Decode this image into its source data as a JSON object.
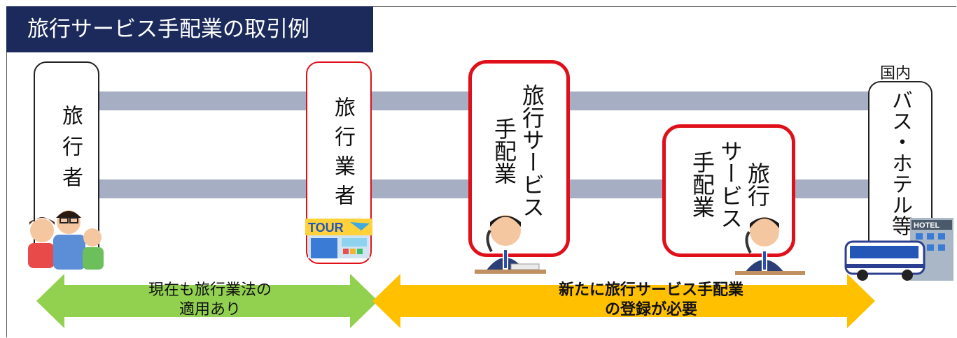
{
  "title": "旅行サービス手配業の取引例",
  "entities": {
    "traveler": "旅行者",
    "travel_agency": "旅行業者",
    "arranger1_col1": "旅行サービス",
    "arranger1_col2": "手配業",
    "arranger2_col1": "旅行",
    "arranger2_col2": "サービス",
    "arranger2_col3": "手配業",
    "domestic_label": "国内",
    "supplier": "バス・ホテル等"
  },
  "arrows": {
    "green_line1": "現在も旅行業法の",
    "green_line2": "適用あり",
    "yellow_line1": "新たに旅行サービス手配業",
    "yellow_line2": "の登録が必要"
  },
  "colors": {
    "title_bg": "#1b2a5b",
    "bar": "#a6aec4",
    "red_border": "#e0101a",
    "green_arrow": "#92d050",
    "yellow_arrow": "#ffc000"
  },
  "illustrations": {
    "tour_sign": "TOUR",
    "hotel_sign": "HOTEL"
  }
}
